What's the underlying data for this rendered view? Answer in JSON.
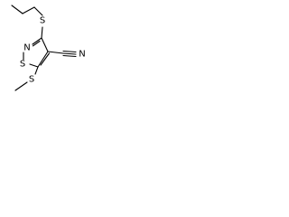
{
  "molecule": {
    "atoms": {
      "sulfur_propyl": "S",
      "ring_sulfur": "S",
      "ring_nitrogen": "N",
      "nitrile_nitrogen": "N",
      "sulfur_methyl": "S"
    }
  },
  "colors": {
    "bond": "#000000",
    "text": "#000000",
    "background": "#ffffff"
  }
}
